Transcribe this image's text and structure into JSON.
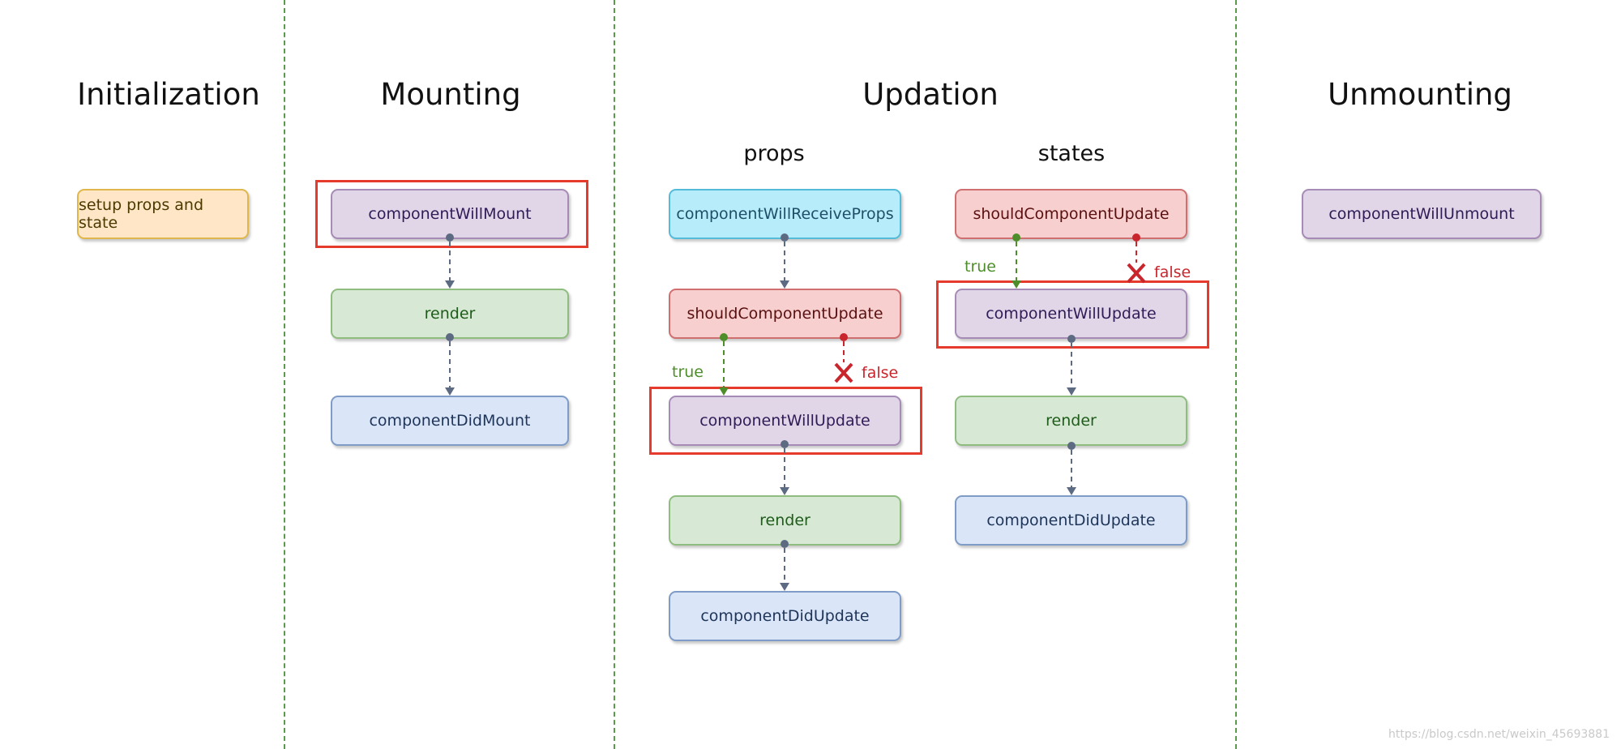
{
  "phases": {
    "initialization": "Initialization",
    "mounting": "Mounting",
    "updation": "Updation",
    "unmounting": "Unmounting"
  },
  "updation_sub": {
    "props": "props",
    "states": "states"
  },
  "initialization": {
    "setup": "setup props and state"
  },
  "mounting": {
    "will_mount": "componentWillMount",
    "render": "render",
    "did_mount": "componentDidMount"
  },
  "props_flow": {
    "will_receive_props": "componentWillReceiveProps",
    "should_update": "shouldComponentUpdate",
    "will_update": "componentWillUpdate",
    "render": "render",
    "did_update": "componentDidUpdate",
    "true_label": "true",
    "false_label": "false"
  },
  "states_flow": {
    "should_update": "shouldComponentUpdate",
    "will_update": "componentWillUpdate",
    "render": "render",
    "did_update": "componentDidUpdate",
    "true_label": "true",
    "false_label": "false"
  },
  "unmounting": {
    "will_unmount": "componentWillUnmount"
  },
  "colors": {
    "divider": "#5b9a4c",
    "highlight": "#e63a2c",
    "arrow": "#5d6b82",
    "true": "#4e8e2a",
    "false": "#c9252c"
  },
  "watermark": "https://blog.csdn.net/weixin_45693881"
}
